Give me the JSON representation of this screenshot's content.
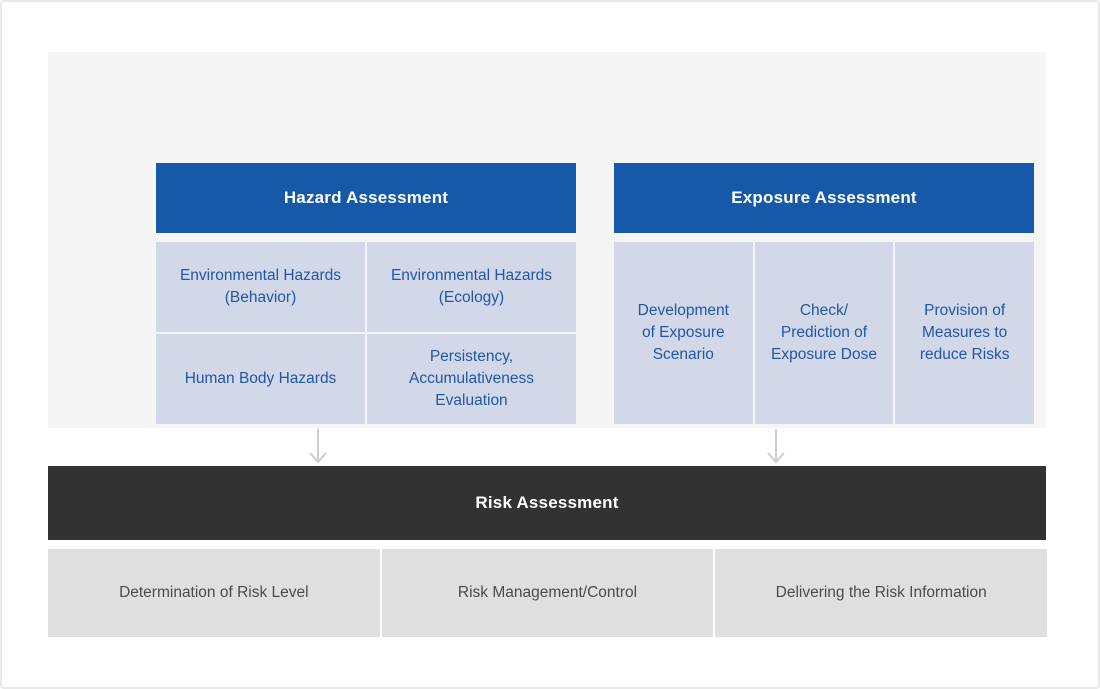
{
  "hazard": {
    "title": "Hazard Assessment",
    "cells": [
      "Environmental Hazards\n(Behavior)",
      "Environmental Hazards\n(Ecology)",
      "Human Body Hazards",
      "Persistency,\nAccumulativeness\nEvaluation"
    ]
  },
  "exposure": {
    "title": "Exposure Assessment",
    "cells": [
      "Development\nof Exposure\nScenario",
      "Check/\nPrediction of\nExposure Dose",
      "Provision of\nMeasures to\nreduce Risks"
    ]
  },
  "risk": {
    "title": "Risk Assessment",
    "cells": [
      "Determination of Risk Level",
      "Risk Management/Control",
      "Delivering the Risk Information"
    ]
  },
  "colors": {
    "header_blue": "#1659a8",
    "cell_bg_blue": "#d2d8e8",
    "cell_text_blue": "#2157a5",
    "risk_bar_dark": "#323232",
    "bottom_cell_gray": "#dfdfdf",
    "panel_gray": "#f5f5f6",
    "arrow_gray": "#cdcdcd"
  }
}
